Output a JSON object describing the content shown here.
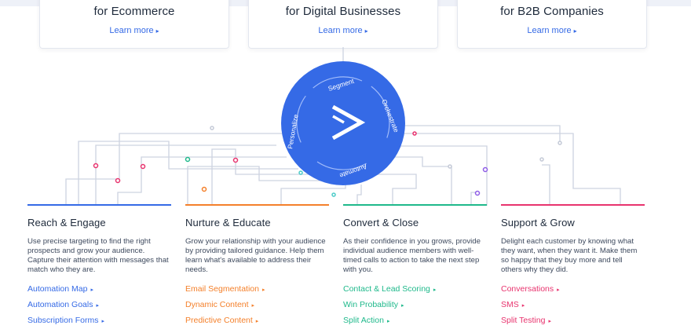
{
  "solutions": [
    {
      "title": "for Ecommerce",
      "link": "Learn more"
    },
    {
      "title": "for Digital Businesses",
      "link": "Learn more"
    },
    {
      "title": "for B2B Companies",
      "link": "Learn more"
    }
  ],
  "hub": {
    "segments": [
      "Segment",
      "Orchestrate",
      "Automate",
      "Personalize"
    ],
    "color": "#356ae6"
  },
  "chevron": "▸",
  "columns": [
    {
      "title": "Reach & Engage",
      "color": "#356ae6",
      "description": "Use precise targeting to find the right prospects and grow your audience. Capture their attention with messages that match who they are.",
      "links": [
        "Automation Map",
        "Automation Goals",
        "Subscription Forms"
      ]
    },
    {
      "title": "Nurture & Educate",
      "color": "#f4802b",
      "description": "Grow your relationship with your audience by providing tailored guidance. Help them learn what's available to address their needs.",
      "links": [
        "Email Segmentation",
        "Dynamic Content",
        "Predictive Content"
      ]
    },
    {
      "title": "Convert & Close",
      "color": "#1fb98b",
      "description": "As their confidence in you grows, provide individual audience members with well-timed calls to action to take the next step with you.",
      "links": [
        "Contact & Lead Scoring",
        "Win Probability",
        "Split Action"
      ]
    },
    {
      "title": "Support & Grow",
      "color": "#e8336e",
      "description": "Delight each customer by knowing what they want, when they want it. Make them so happy that they buy more and tell others why they did.",
      "links": [
        "Conversations",
        "SMS",
        "Split Testing"
      ]
    }
  ]
}
